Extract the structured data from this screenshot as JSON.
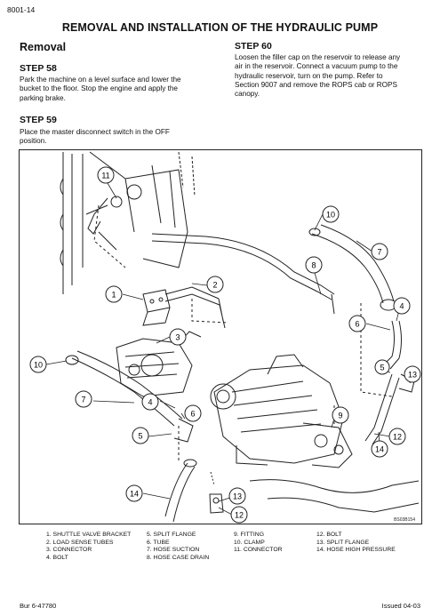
{
  "page_number": "8001-14",
  "title": "REMOVAL AND INSTALLATION OF THE HYDRAULIC PUMP",
  "section_heading": "Removal",
  "steps": [
    {
      "label": "STEP 58",
      "text_lines": [
        "Park the machine on a level surface and lower the",
        "bucket to the floor. Stop the engine and apply the",
        "parking brake."
      ]
    },
    {
      "label": "STEP 59",
      "text_lines": [
        "Place the master disconnect switch in the OFF",
        "position."
      ]
    },
    {
      "label": "STEP 60",
      "text_lines": [
        "Loosen the filler cap on the reservoir to release any",
        "air in the reservoir. Connect a vacuum pump to the",
        "hydraulic reservoir, turn on the pump. Refer to",
        "Section 9007 and remove the ROPS cab or ROPS",
        "canopy."
      ]
    }
  ],
  "figure_id": "BS03B154",
  "callouts": [
    "11",
    "10",
    "7",
    "8",
    "2",
    "1",
    "3",
    "6",
    "4",
    "5",
    "10",
    "7",
    "4",
    "6",
    "5",
    "13",
    "9",
    "12",
    "14",
    "14",
    "13",
    "12"
  ],
  "legend": [
    "1. SHUTTLE VALVE BRACKET",
    "2. LOAD SENSE TUBES",
    "3. CONNECTOR",
    "4. BOLT",
    "5. SPLIT FLANGE",
    "6. TUBE",
    "7. HOSE SUCTION",
    "8. HOSE CASE DRAIN",
    "9. FITTING",
    "10. CLAMP",
    "11. CONNECTOR",
    "12. BOLT",
    "13. SPLIT FLANGE",
    "14. HOSE HIGH PRESSURE"
  ],
  "footer": {
    "left": "Bur 6-47780",
    "right": "Issued 04-03"
  }
}
